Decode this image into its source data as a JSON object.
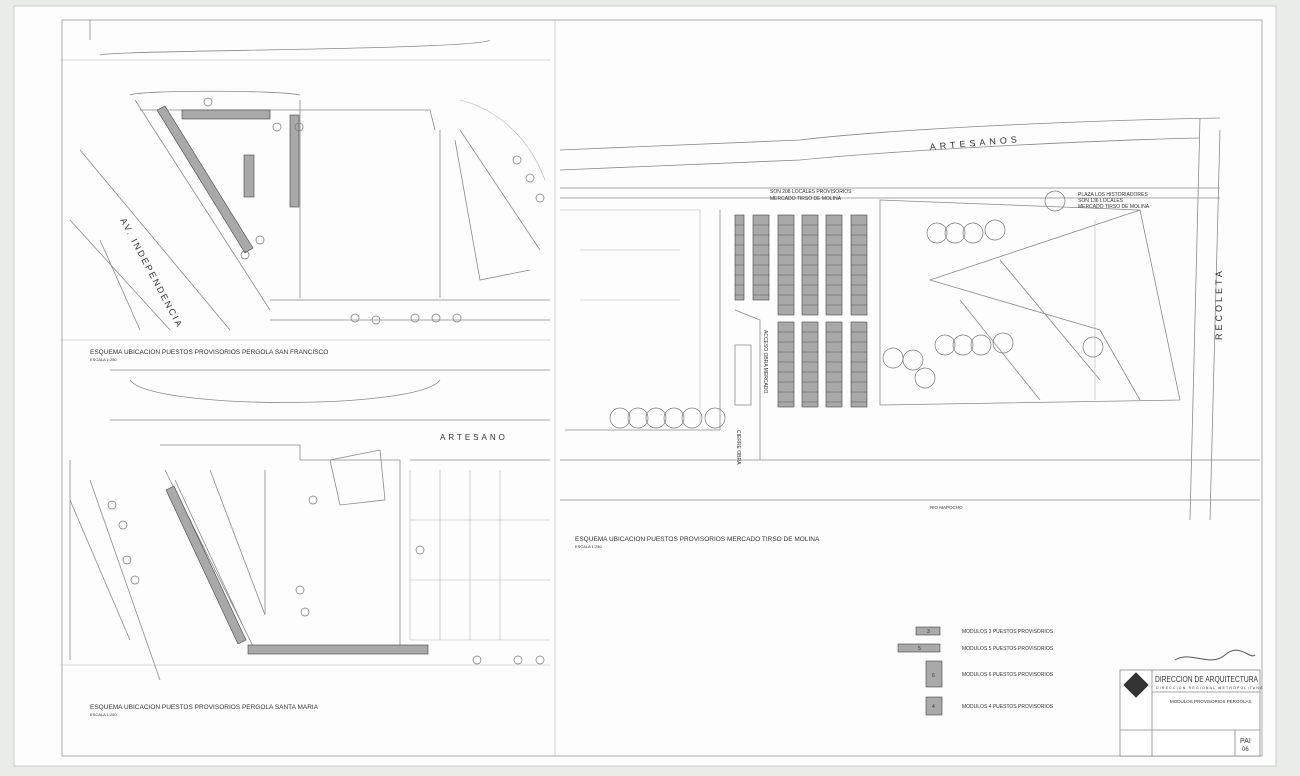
{
  "plans": {
    "san_francisco": {
      "title": "ESQUEMA UBICACION PUESTOS PROVISORIOS PERGOLA SAN FRANCISCO",
      "scale": "ESCALA 1:250",
      "street": "AV. INDEPENDENCIA"
    },
    "santa_maria": {
      "title": "ESQUEMA UBICACION PUESTOS PROVISORIOS PERGOLA SANTA MARIA",
      "scale": "ESCALA 1:250",
      "street": "ARTESANO"
    },
    "tirso_de_molina": {
      "title": "ESQUEMA UBICACION PUESTOS PROVISORIOS MERCADO TIRSO DE MOLINA",
      "scale": "ESCALA 1:250",
      "street_top": "ARTESANOS",
      "street_right": "RECOLETA",
      "river": "RIO MAPOCHO",
      "note_left_1": "SON 208 LOCALES PROVISORIOS",
      "note_left_2": "MERCADO TIRSO DE MOLINA",
      "note_right_1": "PLAZA LOS HISTORIADORES",
      "note_right_2": "SON 136 LOCALES",
      "note_right_3": "MERCADO TIRSO DE MOLINA",
      "access": "ACCESO OBRA MERCADO",
      "closure": "CIERRE OBRA"
    }
  },
  "legend": [
    {
      "label": "MODULOS 3 PUESTOS PROVISORIOS",
      "num": "3"
    },
    {
      "label": "MODULOS 5 PUESTOS PROVISORIOS",
      "num": "5"
    },
    {
      "label": "MODULOS 6 PUESTOS PROVISORIOS",
      "num": "6"
    },
    {
      "label": "MODULOS 4 PUESTOS PROVISORIOS",
      "num": "4"
    }
  ],
  "title_block": {
    "office": "DIRECCION DE ARQUITECTURA",
    "region": "DIRECCION REGIONAL METROPOLITANA",
    "sheet_title": "MODULOS PROVISORIOS PERGOLAS",
    "code": "PAI",
    "sheet": "06"
  }
}
